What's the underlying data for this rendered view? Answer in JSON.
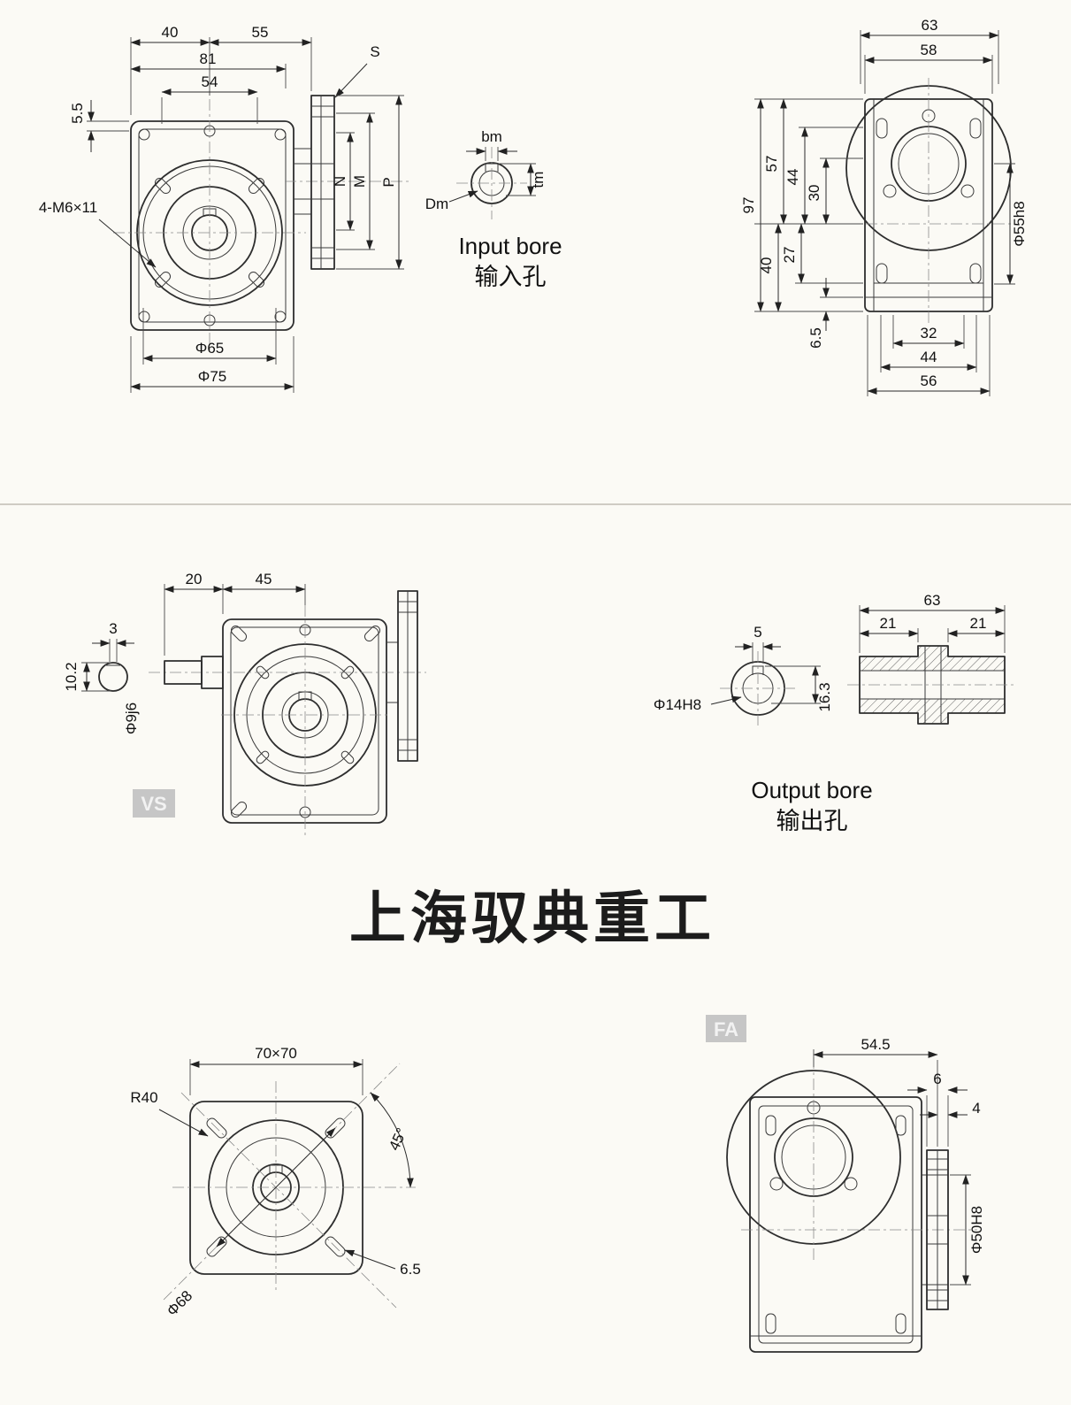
{
  "page": {
    "watermark": "上海驭典重工"
  },
  "badges": {
    "vs": "VS",
    "fa": "FA"
  },
  "captions": {
    "input_bore_en": "Input bore",
    "input_bore_zh": "输入孔",
    "output_bore_en": "Output bore",
    "output_bore_zh": "输出孔"
  },
  "front": {
    "d40": "40",
    "d55": "55",
    "d81": "81",
    "d54": "54",
    "d5_5": "5.5",
    "bolt": "4-M6×11",
    "phi65": "Φ65",
    "phi75": "Φ75",
    "s": "S",
    "n": "N",
    "m": "M",
    "p": "P"
  },
  "inbore": {
    "bm": "bm",
    "tm": "tm",
    "dm": "Dm"
  },
  "side": {
    "d63": "63",
    "d58": "58",
    "d97": "97",
    "d57": "57",
    "d44u": "44",
    "d30": "30",
    "d40": "40",
    "d27": "27",
    "d6_5": "6.5",
    "d32": "32",
    "d44b": "44",
    "d56": "56",
    "phi55": "Φ55h8"
  },
  "vs": {
    "d20": "20",
    "d45": "45",
    "d3": "3",
    "d10_2": "10.2",
    "phi9": "Φ9j6"
  },
  "outbore": {
    "d5": "5",
    "phi14": "Φ14H8",
    "d16_3": "16.3"
  },
  "shaft": {
    "d63": "63",
    "d21a": "21",
    "d21b": "21"
  },
  "square": {
    "d70": "70×70",
    "r40": "R40",
    "a45": "45°",
    "d6_5": "6.5",
    "phi68": "Φ68"
  },
  "fa": {
    "d54_5": "54.5",
    "d6": "6",
    "d4": "4",
    "phi50": "Φ50H8"
  }
}
